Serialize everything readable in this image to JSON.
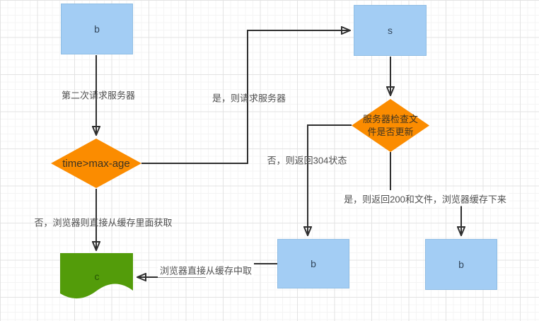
{
  "diagram": {
    "nodes": {
      "browser_first": {
        "label": "b"
      },
      "server": {
        "label": "s"
      },
      "check_expire": {
        "label": "time>max-age"
      },
      "check_update": {
        "label": "服务器检查文件是否更新",
        "line1": "服务器检查文",
        "line2": "件是否更新"
      },
      "cache_doc": {
        "label": "c"
      },
      "browser_304": {
        "label": "b"
      },
      "browser_200": {
        "label": "b"
      }
    },
    "edge_labels": {
      "second_request": "第二次请求服务器",
      "yes_request_server": "是，则请求服务器",
      "no_use_cache": "否，浏览器则直接从缓存里面获取",
      "no_return_304": "否，则返回304状态",
      "yes_return_200": "是，则返回200和文件，浏览器缓存下来",
      "browser_read_cache": "浏览器直接从缓存中取"
    }
  },
  "colors": {
    "node-blue": "#a3cdf4",
    "node-blue-border": "#8fbde4",
    "node-blue-text": "#33475c",
    "node-orange": "#fb8c00",
    "diamond-text": "#3d3322",
    "node-green": "#539c0a",
    "node-green-text": "#245505",
    "edge": "#2f2f2f",
    "label-text": "#4f4f4f"
  }
}
